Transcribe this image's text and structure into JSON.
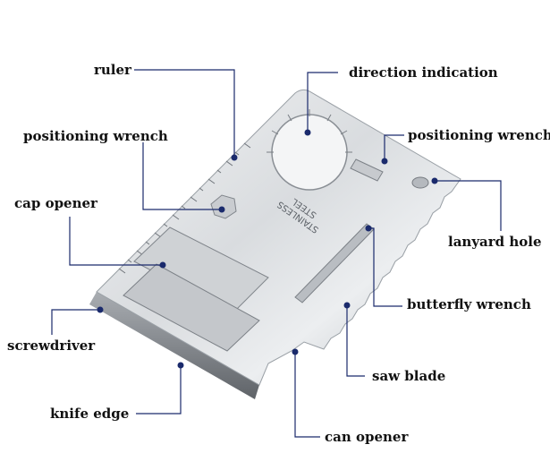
{
  "labels": {
    "ruler": "ruler",
    "direction_indication": "direction indication",
    "positioning_wrench_left": "positioning wrench",
    "positioning_wrench_right": "positioning wrench",
    "cap_opener": "cap opener",
    "lanyard_hole": "lanyard hole",
    "butterfly_wrench": "butterfly wrench",
    "screwdriver": "screwdriver",
    "saw_blade": "saw blade",
    "knife_edge": "knife edge",
    "can_opener": "can opener"
  },
  "card_engraving": {
    "line1": "STAINLESS",
    "line2": "STEEL"
  },
  "colors": {
    "leader_line": "#1a2a6c",
    "dot": "#1a2a6c",
    "steel_light": "#e4e6e8",
    "steel_dark": "#8c9096"
  }
}
